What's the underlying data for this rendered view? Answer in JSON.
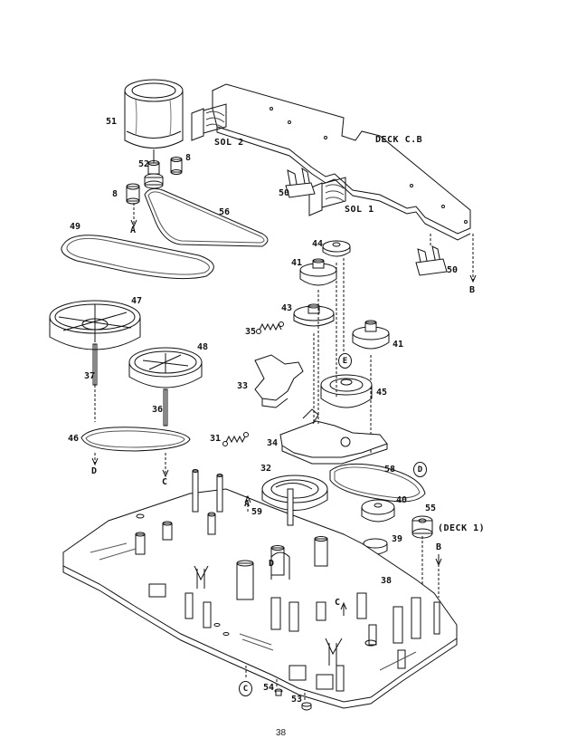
{
  "part_numbers": {
    "p51": "51",
    "p52": "52",
    "p8a": "8",
    "p8b": "8",
    "p50a": "50",
    "p50b": "50",
    "p56": "56",
    "p49": "49",
    "p47": "47",
    "p48": "48",
    "p37": "37",
    "p36": "36",
    "p46": "46",
    "p44": "44",
    "p41a": "41",
    "p41b": "41",
    "p43": "43",
    "p35": "35",
    "p33": "33",
    "p45": "45",
    "p31": "31",
    "p34": "34",
    "p32": "32",
    "p58": "58",
    "p40": "40",
    "p55": "55",
    "p59": "59",
    "p39": "39",
    "p38": "38",
    "p54": "54",
    "p53": "53"
  },
  "text_labels": {
    "sol2": "SOL 2",
    "sol1": "SOL 1",
    "deck_cb": "DECK C.B",
    "deck1": "(DECK 1)"
  },
  "reference_letters": {
    "a_top": "A",
    "b_top": "B",
    "b_right": "B",
    "d_left": "D",
    "c_left": "C",
    "a_base": "A",
    "d_base": "D",
    "c_base": "C"
  },
  "circled_letters": {
    "e": "E",
    "d": "D",
    "c": "C"
  },
  "page_number": "38"
}
